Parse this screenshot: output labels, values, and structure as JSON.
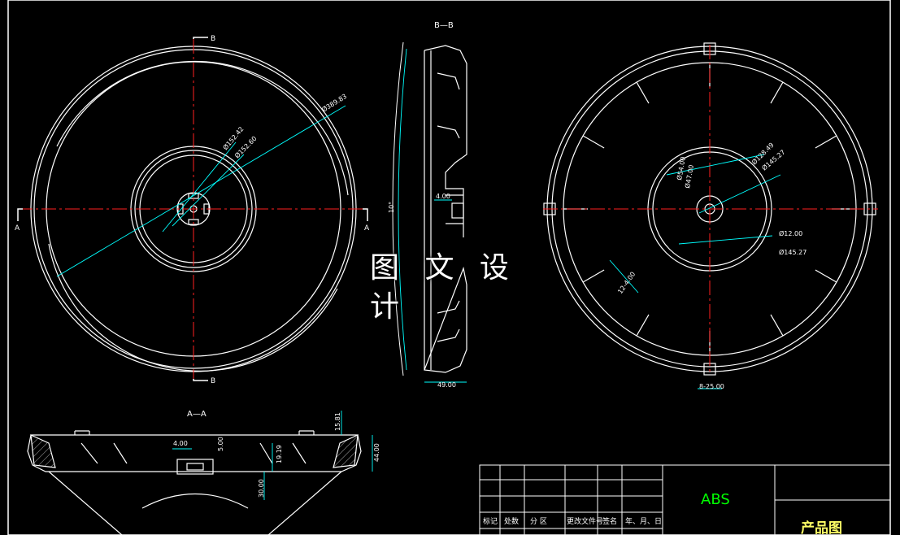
{
  "colors": {
    "background": "#000000",
    "outline": "#ffffff",
    "centerline": "#ff2020",
    "dimension": "#00ffff",
    "text": "#ffffff",
    "material": "#00ff00"
  },
  "watermark": "图 文 设 计",
  "views": {
    "front": {
      "section_top": "B",
      "section_bottom": "B",
      "section_left": "A",
      "section_right": "A",
      "dims": [
        "Ø389.83",
        "Ø152.42",
        "Ø152.60"
      ]
    },
    "section_bb": {
      "title": "B—B",
      "dims": [
        "4.00",
        "10°",
        "49.00"
      ]
    },
    "rear": {
      "dims": [
        "Ø128.49",
        "Ø145.27",
        "Ø54.00",
        "Ø47.00",
        "Ø12.00",
        "Ø145.27",
        "12-4.00",
        "8-25.00"
      ]
    },
    "section_aa": {
      "title": "A—A",
      "dims": [
        "4.00",
        "5.00",
        "15.81",
        "19.19",
        "44.00",
        "30.00"
      ]
    }
  },
  "title_block": {
    "material": "ABS",
    "drawing_name": "产品图",
    "headers": [
      "标记",
      "处数",
      "分 区",
      "更改文件号",
      "签名",
      "年、月、日"
    ]
  }
}
